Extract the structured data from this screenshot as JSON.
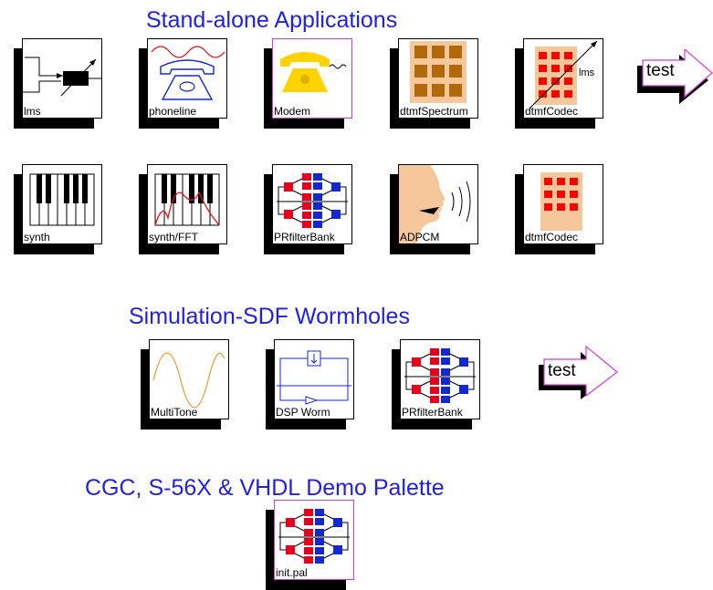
{
  "sections": {
    "standalone": {
      "title": "Stand-alone Applications"
    },
    "sdf": {
      "title": "Simulation-SDF Wormholes"
    },
    "cgc": {
      "title": "CGC, S-56X & VHDL Demo Palette"
    }
  },
  "standalone_row1": [
    "lms",
    "phoneline",
    "Modem",
    "dtmfSpectrum",
    "dtmfCodec"
  ],
  "standalone_row2": [
    "synth",
    "synth/FFT",
    "PRfilterBank",
    "ADPCM",
    "dtmfCodec"
  ],
  "sdf_row": [
    "MultiTone",
    "DSP Worm",
    "PRfilterBank"
  ],
  "cgc_row": [
    "init.pal"
  ],
  "arrows": {
    "test1": "test",
    "test2": "test"
  },
  "icon_texts": {
    "lms_overlay": "lms"
  },
  "colors": {
    "title": "#1f1fe6",
    "pink_border": "#d23cd2",
    "keypad_bg": "#f5c79a",
    "keypad_key_brown": "#b06a0a",
    "keypad_key_red": "#ff0000",
    "filter_red": "#e6001e",
    "filter_blue": "#1428d2",
    "sine": "#e6a03c",
    "phone_yellow": "#ffd200",
    "face": "#f5c79a"
  },
  "icons": {
    "lms": "filter-icon",
    "phoneline": "telephone-icon",
    "modem": "modem-phone-icon",
    "dtmfspectrum": "keypad-spectrum-icon",
    "dtmfcodec": "keypad-codec-icon",
    "synth": "piano-icon",
    "synthfft": "piano-fft-icon",
    "prfilterbank": "filter-bank-icon",
    "adpcm": "speaking-face-icon",
    "multitone": "sine-wave-icon",
    "dspworm": "block-diagram-icon",
    "initpal": "filter-bank-icon"
  }
}
